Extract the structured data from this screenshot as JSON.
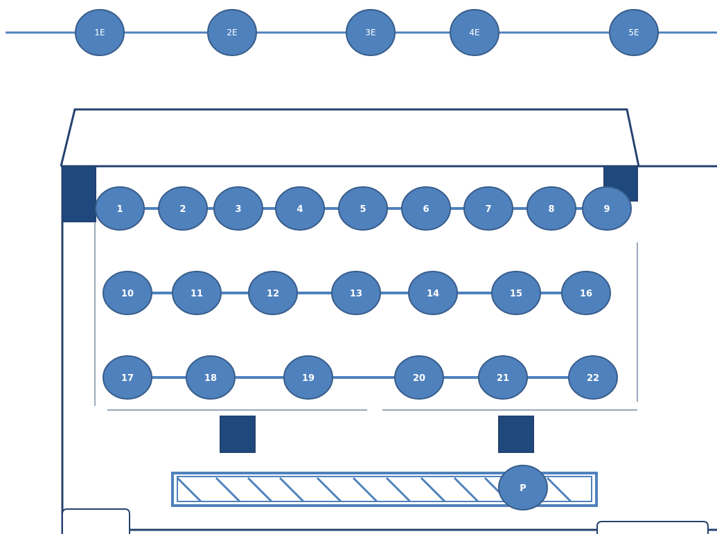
{
  "colors": {
    "node_fill": "#4F81BD",
    "node_stroke": "#385D8A",
    "line": "#4F81BD",
    "outline": "#24426F",
    "dark_block": "#1F497D",
    "label": "#ffffff",
    "background": "#ffffff"
  },
  "top_nodes": [
    {
      "id": "top-node-1e",
      "label": "1E"
    },
    {
      "id": "top-node-2e",
      "label": "2E"
    },
    {
      "id": "top-node-3e",
      "label": "3E"
    },
    {
      "id": "top-node-4e",
      "label": "4E"
    },
    {
      "id": "top-node-5e",
      "label": "5E"
    }
  ],
  "rows": [
    {
      "id": "row-1",
      "seats": [
        "1",
        "2",
        "3",
        "4",
        "5",
        "6",
        "7",
        "8",
        "9"
      ]
    },
    {
      "id": "row-2",
      "seats": [
        "10",
        "11",
        "12",
        "13",
        "14",
        "15",
        "16"
      ]
    },
    {
      "id": "row-3",
      "seats": [
        "17",
        "18",
        "19",
        "20",
        "21",
        "22"
      ]
    }
  ],
  "podium": {
    "label": "P"
  }
}
